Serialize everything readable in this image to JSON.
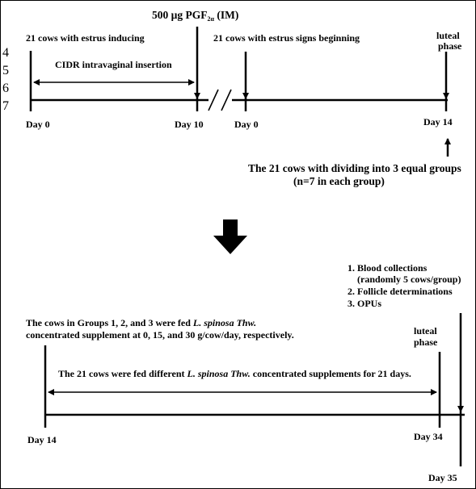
{
  "top_timeline": {
    "header": "500 µg PGF",
    "header_sub": "2α",
    "header_suffix": " (IM)",
    "left_label": "21 cows with estrus inducing",
    "cidr_label": "CIDR intravaginal insertion",
    "mid_label": "21 cows with estrus signs beginning",
    "luteal_line1": "luteal",
    "luteal_line2": "phase",
    "day_start": "Day 0",
    "day_10": "Day 10",
    "day_0b": "Day 0",
    "day_14": "Day 14",
    "groups_line1": "The 21 cows with dividing into 3 equal groups",
    "groups_line2": "(n=7 in each group)"
  },
  "side_numbers": [
    "4",
    "5",
    "6",
    "7"
  ],
  "bottom_timeline": {
    "list": [
      "1. Blood collections",
      "(randomly 5 cows/group)",
      "2. Follicle determinations",
      "3. OPUs"
    ],
    "fed_line1_pre": "The cows in Groups 1, 2, and 3 were fed ",
    "fed_line1_italic": "L. spinosa Thw.",
    "fed_line2": "concentrated supplement at 0, 15, and 30 g/cow/day, respectively.",
    "luteal_line1": "luteal",
    "luteal_line2": "phase",
    "span_pre": "The 21 cows were fed different ",
    "span_italic": "L. spinosa Thw.",
    "span_post": " concentrated supplements for 21 days.",
    "day_14": "Day 14",
    "day_34": "Day 34",
    "day_35": "Day 35"
  }
}
